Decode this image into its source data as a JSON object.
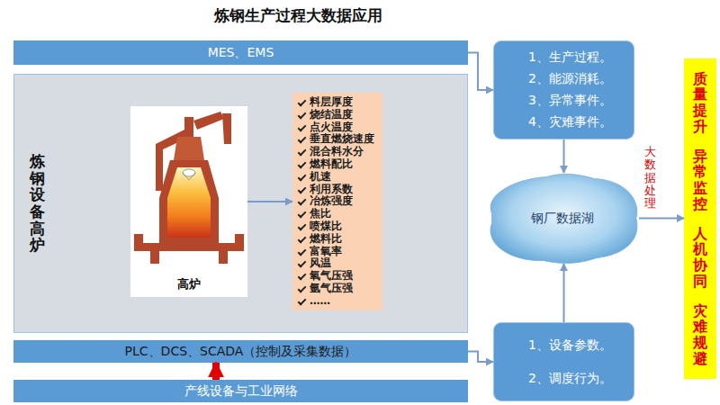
{
  "diagram": {
    "title": "炼钢生产过程大数据应用",
    "nodes": [
      {
        "text": [
          "MES、EMS"
        ]
      },
      {
        "text": [
          "炼钢设备高炉"
        ]
      },
      {
        "text": [
          "高炉"
        ],
        "in": 1
      },
      {
        "text": [
          "料层厚度",
          "烧结温度",
          "点火温度",
          "垂直燃烧速度",
          "混合料水分",
          "燃料配比",
          "机速",
          "利用系数",
          "冶炼强度",
          "焦比",
          "喷煤比",
          "燃料比",
          "富氧率",
          "风温",
          "氧气压强",
          "氩气压强",
          "……"
        ],
        "in": 1
      },
      {
        "text": [
          "PLC、DCS、SCADA（控制及采集数据）"
        ]
      },
      {
        "text": [
          "产线设备与工业网络"
        ]
      },
      {
        "text": [
          "1、生产过程。",
          "2、能源消耗。",
          "3、异常事件。",
          "4、灾难事件。"
        ]
      },
      {
        "text": [
          "钢厂数据湖"
        ]
      },
      {
        "text": [
          "1、设备参数。",
          "2、调度行为。"
        ]
      },
      {
        "text": [
          "质量提升",
          "异常监控",
          "人机协同",
          "灾难规避"
        ]
      }
    ],
    "edges": [
      {
        "from": 0,
        "to": 6,
        "arrow": "to"
      },
      {
        "from": 2,
        "to": 3,
        "arrow": "to"
      },
      {
        "from": 4,
        "to": 8,
        "arrow": "to"
      },
      {
        "from": 5,
        "to": 4,
        "arrow": "to"
      },
      {
        "from": 6,
        "to": 7,
        "arrow": "to"
      },
      {
        "from": 8,
        "to": 7,
        "arrow": "to"
      },
      {
        "from": 7,
        "to": 9,
        "arrow": "to"
      }
    ],
    "labels": [
      "大数据处理"
    ]
  }
}
